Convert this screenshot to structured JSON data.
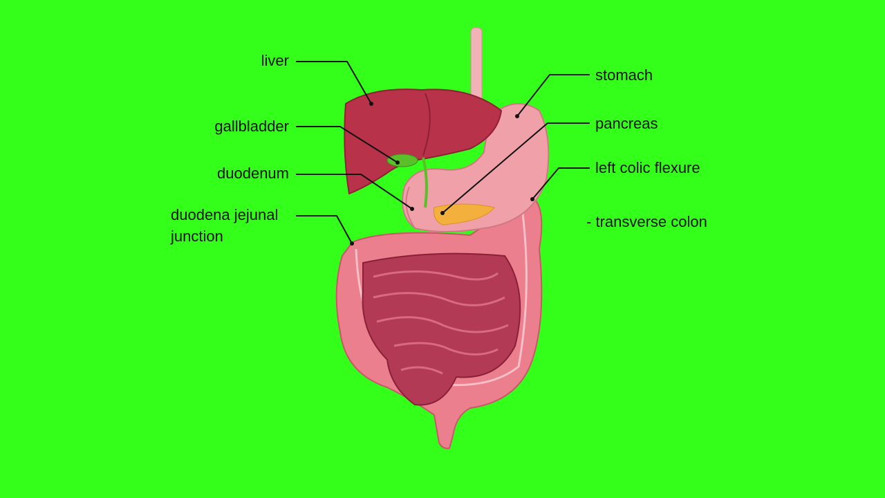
{
  "colors": {
    "background": "#33ff1a",
    "liver": "#b8334a",
    "stomach": "#f0a0a8",
    "colon": "#ec7f8e",
    "small_intestine": "#b23a55",
    "gallbladder": "#5bbf2a",
    "pancreas": "#f4b03c"
  },
  "labels": {
    "liver": "liver",
    "gallbladder": "gallbladder",
    "duodenum": "duodenum",
    "djj_line1": "duodena jejunal",
    "djj_line2": "junction",
    "stomach": "stomach",
    "pancreas": "pancreas",
    "left_colic_flexure": "left colic flexure",
    "transverse_colon": "- transverse colon"
  }
}
